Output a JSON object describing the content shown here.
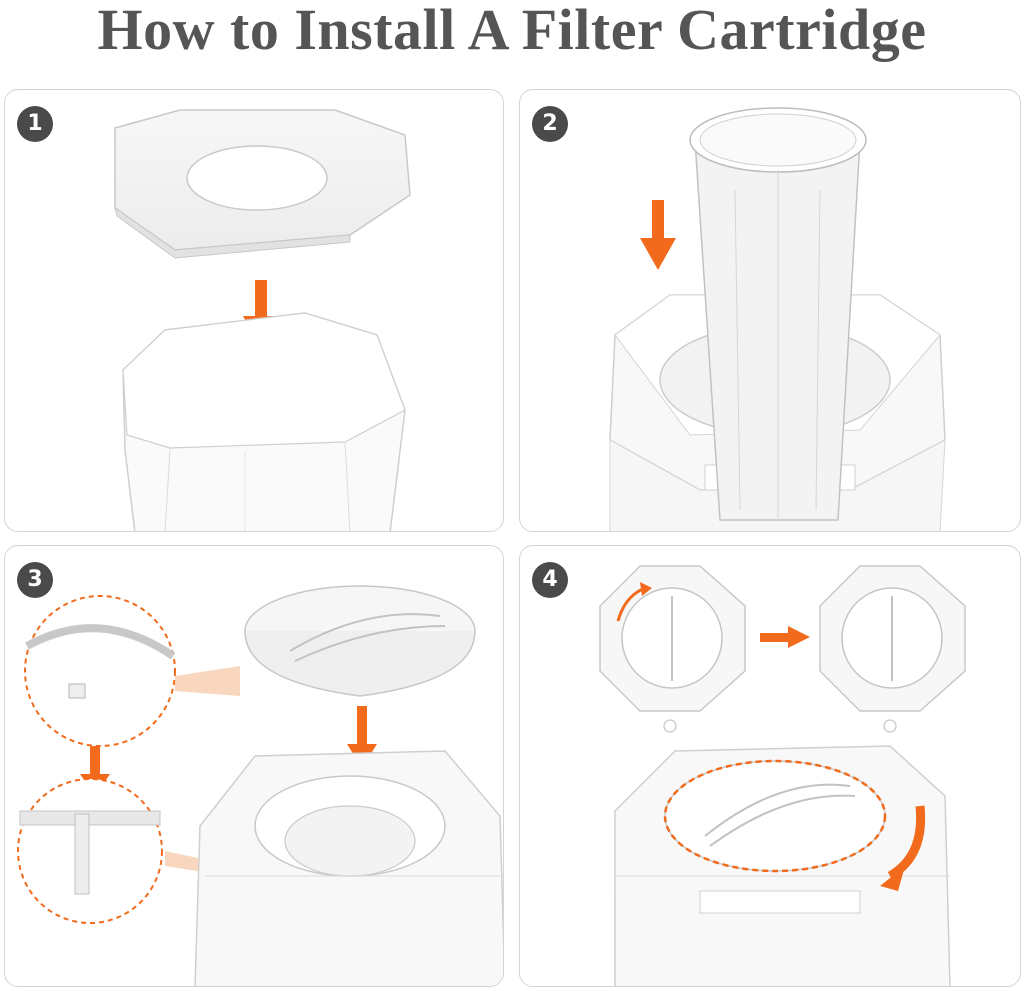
{
  "title": "How to Install A Filter Cartridge",
  "accent_color": "#f26a1b",
  "steps": [
    {
      "number": "1"
    },
    {
      "number": "2"
    },
    {
      "number": "3"
    },
    {
      "number": "4"
    }
  ]
}
